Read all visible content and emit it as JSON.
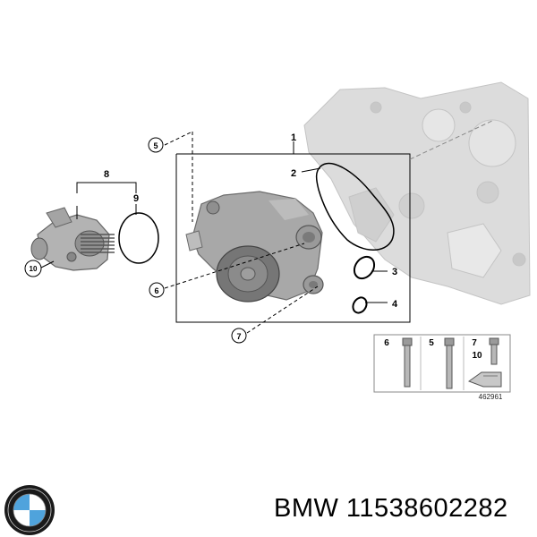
{
  "callouts": {
    "c1": "1",
    "c2": "2",
    "c3": "3",
    "c4": "4",
    "c5": "5",
    "c6": "6",
    "c7": "7",
    "c8": "8",
    "c9": "9",
    "c10": "10"
  },
  "bolt_legend": {
    "b6": "6",
    "b5": "5",
    "b7": "7",
    "b10": "10"
  },
  "diagram_ref": "462961",
  "brand_text": "BMW 11538602282",
  "colors": {
    "engine_gray": "#d8d8d8",
    "pump_gray": "#a9a9a9",
    "line": "#000000"
  },
  "icons": [
    "bmw-logo-icon"
  ]
}
